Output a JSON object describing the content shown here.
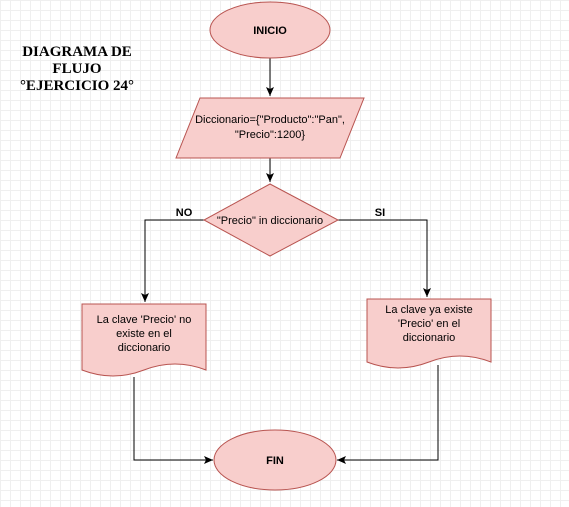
{
  "title": {
    "lines": [
      "DIAGRAMA DE",
      "FLUJO",
      "°EJERCICIO 24°"
    ]
  },
  "colors": {
    "fill": "#f8cecc",
    "stroke": "#b85450",
    "edge": "#000000"
  },
  "nodes": {
    "inicio": {
      "label": "INICIO"
    },
    "dictionary": {
      "lines": [
        "Diccionario={\"Producto\":\"Pan\",",
        "\"Precio\":1200}"
      ]
    },
    "decision": {
      "label": "\"Precio\" in diccionario"
    },
    "doc_no": {
      "lines": [
        "La clave 'Precio' no",
        "existe en el",
        "diccionario"
      ]
    },
    "doc_si": {
      "lines": [
        "La clave ya existe",
        "'Precio' en el",
        "diccionario"
      ]
    },
    "fin": {
      "label": "FIN"
    }
  },
  "edges": {
    "no_label": "NO",
    "si_label": "SI"
  }
}
